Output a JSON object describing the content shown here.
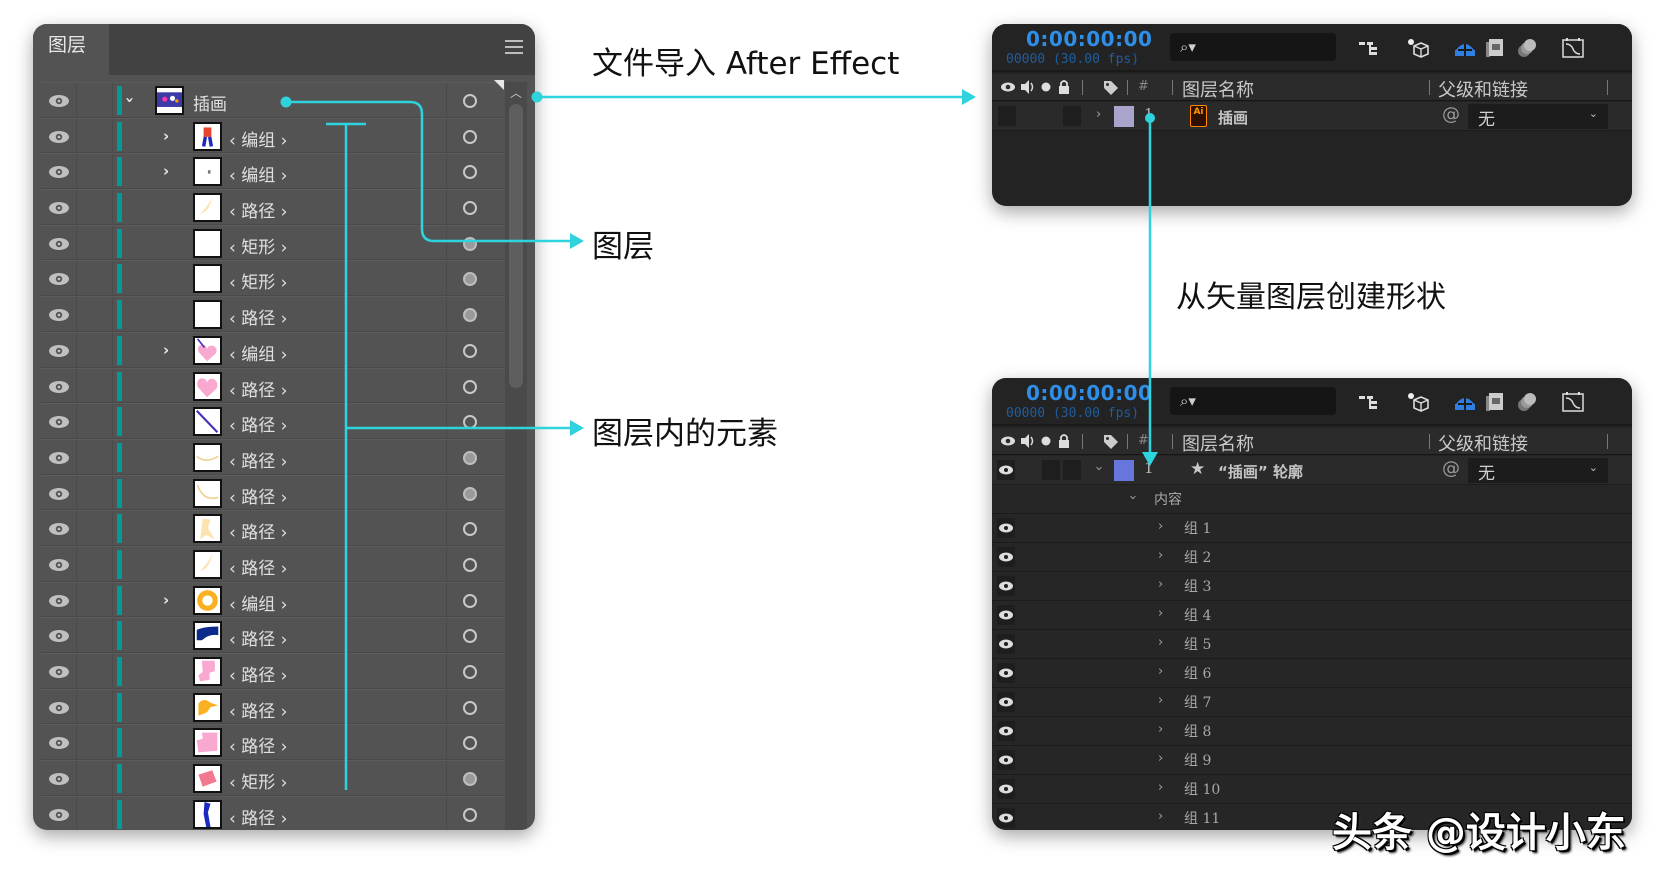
{
  "annotations": {
    "import_label": "文件导入 After Effect",
    "layer_label": "图层",
    "elements_label": "图层内的元素",
    "create_shapes_label": "从矢量图层创建形状",
    "accent_color": "#2fd3dd"
  },
  "illustrator_panel": {
    "tab_title": "图层",
    "menu_icon": "hamburger-menu-icon",
    "rows": [
      {
        "label": "插画",
        "indent": 0,
        "expand": "expanded",
        "thumb": "illustration",
        "target": "hollow"
      },
      {
        "label": "‹ 编组 ›",
        "indent": 1,
        "expand": "collapsed",
        "thumb": "figure",
        "target": "hollow"
      },
      {
        "label": "‹ 编组 ›",
        "indent": 1,
        "expand": "collapsed",
        "thumb": "tiny-figure",
        "target": "hollow"
      },
      {
        "label": "‹ 路径 ›",
        "indent": 1,
        "expand": "none",
        "thumb": "cream-leaf",
        "target": "hollow"
      },
      {
        "label": "‹ 矩形 ›",
        "indent": 1,
        "expand": "none",
        "thumb": "blank",
        "target": "filled"
      },
      {
        "label": "‹ 矩形 ›",
        "indent": 1,
        "expand": "none",
        "thumb": "blank",
        "target": "filled"
      },
      {
        "label": "‹ 路径 ›",
        "indent": 1,
        "expand": "none",
        "thumb": "blank",
        "target": "filled"
      },
      {
        "label": "‹ 编组 ›",
        "indent": 1,
        "expand": "collapsed",
        "thumb": "pink-heart-line",
        "target": "hollow"
      },
      {
        "label": "‹ 路径 ›",
        "indent": 1,
        "expand": "none",
        "thumb": "pink-heart",
        "target": "hollow"
      },
      {
        "label": "‹ 路径 ›",
        "indent": 1,
        "expand": "none",
        "thumb": "blue-line",
        "target": "hollow"
      },
      {
        "label": "‹ 路径 ›",
        "indent": 1,
        "expand": "none",
        "thumb": "cream-curve",
        "target": "filled"
      },
      {
        "label": "‹ 路径 ›",
        "indent": 1,
        "expand": "none",
        "thumb": "cream-v",
        "target": "filled"
      },
      {
        "label": "‹ 路径 ›",
        "indent": 1,
        "expand": "none",
        "thumb": "cream-shape",
        "target": "hollow"
      },
      {
        "label": "‹ 路径 ›",
        "indent": 1,
        "expand": "none",
        "thumb": "cream-leaf",
        "target": "hollow"
      },
      {
        "label": "‹ 编组 ›",
        "indent": 1,
        "expand": "collapsed",
        "thumb": "orange-ring",
        "target": "hollow"
      },
      {
        "label": "‹ 路径 ›",
        "indent": 1,
        "expand": "none",
        "thumb": "navy-blob",
        "target": "hollow"
      },
      {
        "label": "‹ 路径 ›",
        "indent": 1,
        "expand": "none",
        "thumb": "pink-blob",
        "target": "hollow"
      },
      {
        "label": "‹ 路径 ›",
        "indent": 1,
        "expand": "none",
        "thumb": "orange-blob",
        "target": "hollow"
      },
      {
        "label": "‹ 路径 ›",
        "indent": 1,
        "expand": "none",
        "thumb": "pink-square",
        "target": "hollow"
      },
      {
        "label": "‹ 矩形 ›",
        "indent": 1,
        "expand": "none",
        "thumb": "pink-rect",
        "target": "filled"
      },
      {
        "label": "‹ 路径 ›",
        "indent": 1,
        "expand": "none",
        "thumb": "blue-leg",
        "target": "hollow"
      }
    ]
  },
  "ae_panel_before": {
    "timecode": "0:00:00:00",
    "frame_info": "00000 (30.00 fps)",
    "search_placeholder": "",
    "columns": {
      "layer_name": "图层名称",
      "parent": "父级和链接",
      "number": "#"
    },
    "layer": {
      "number": "1",
      "name": "插画",
      "label_color": "#a9a4cc",
      "parent_value": "无",
      "file_icon": "Ai"
    }
  },
  "ae_panel_after": {
    "timecode": "0:00:00:00",
    "frame_info": "00000 (30.00 fps)",
    "search_placeholder": "",
    "columns": {
      "layer_name": "图层名称",
      "parent": "父级和链接",
      "number": "#"
    },
    "layer": {
      "number": "1",
      "name": "“插画” 轮廓",
      "label_color": "#6676dc",
      "parent_value": "无"
    },
    "contents_label": "内容",
    "groups": [
      "组 1",
      "组 2",
      "组 3",
      "组 4",
      "组 5",
      "组 6",
      "组 7",
      "组 8",
      "组 9",
      "组 10",
      "组 11"
    ]
  },
  "watermark": "头条 @设计小东"
}
